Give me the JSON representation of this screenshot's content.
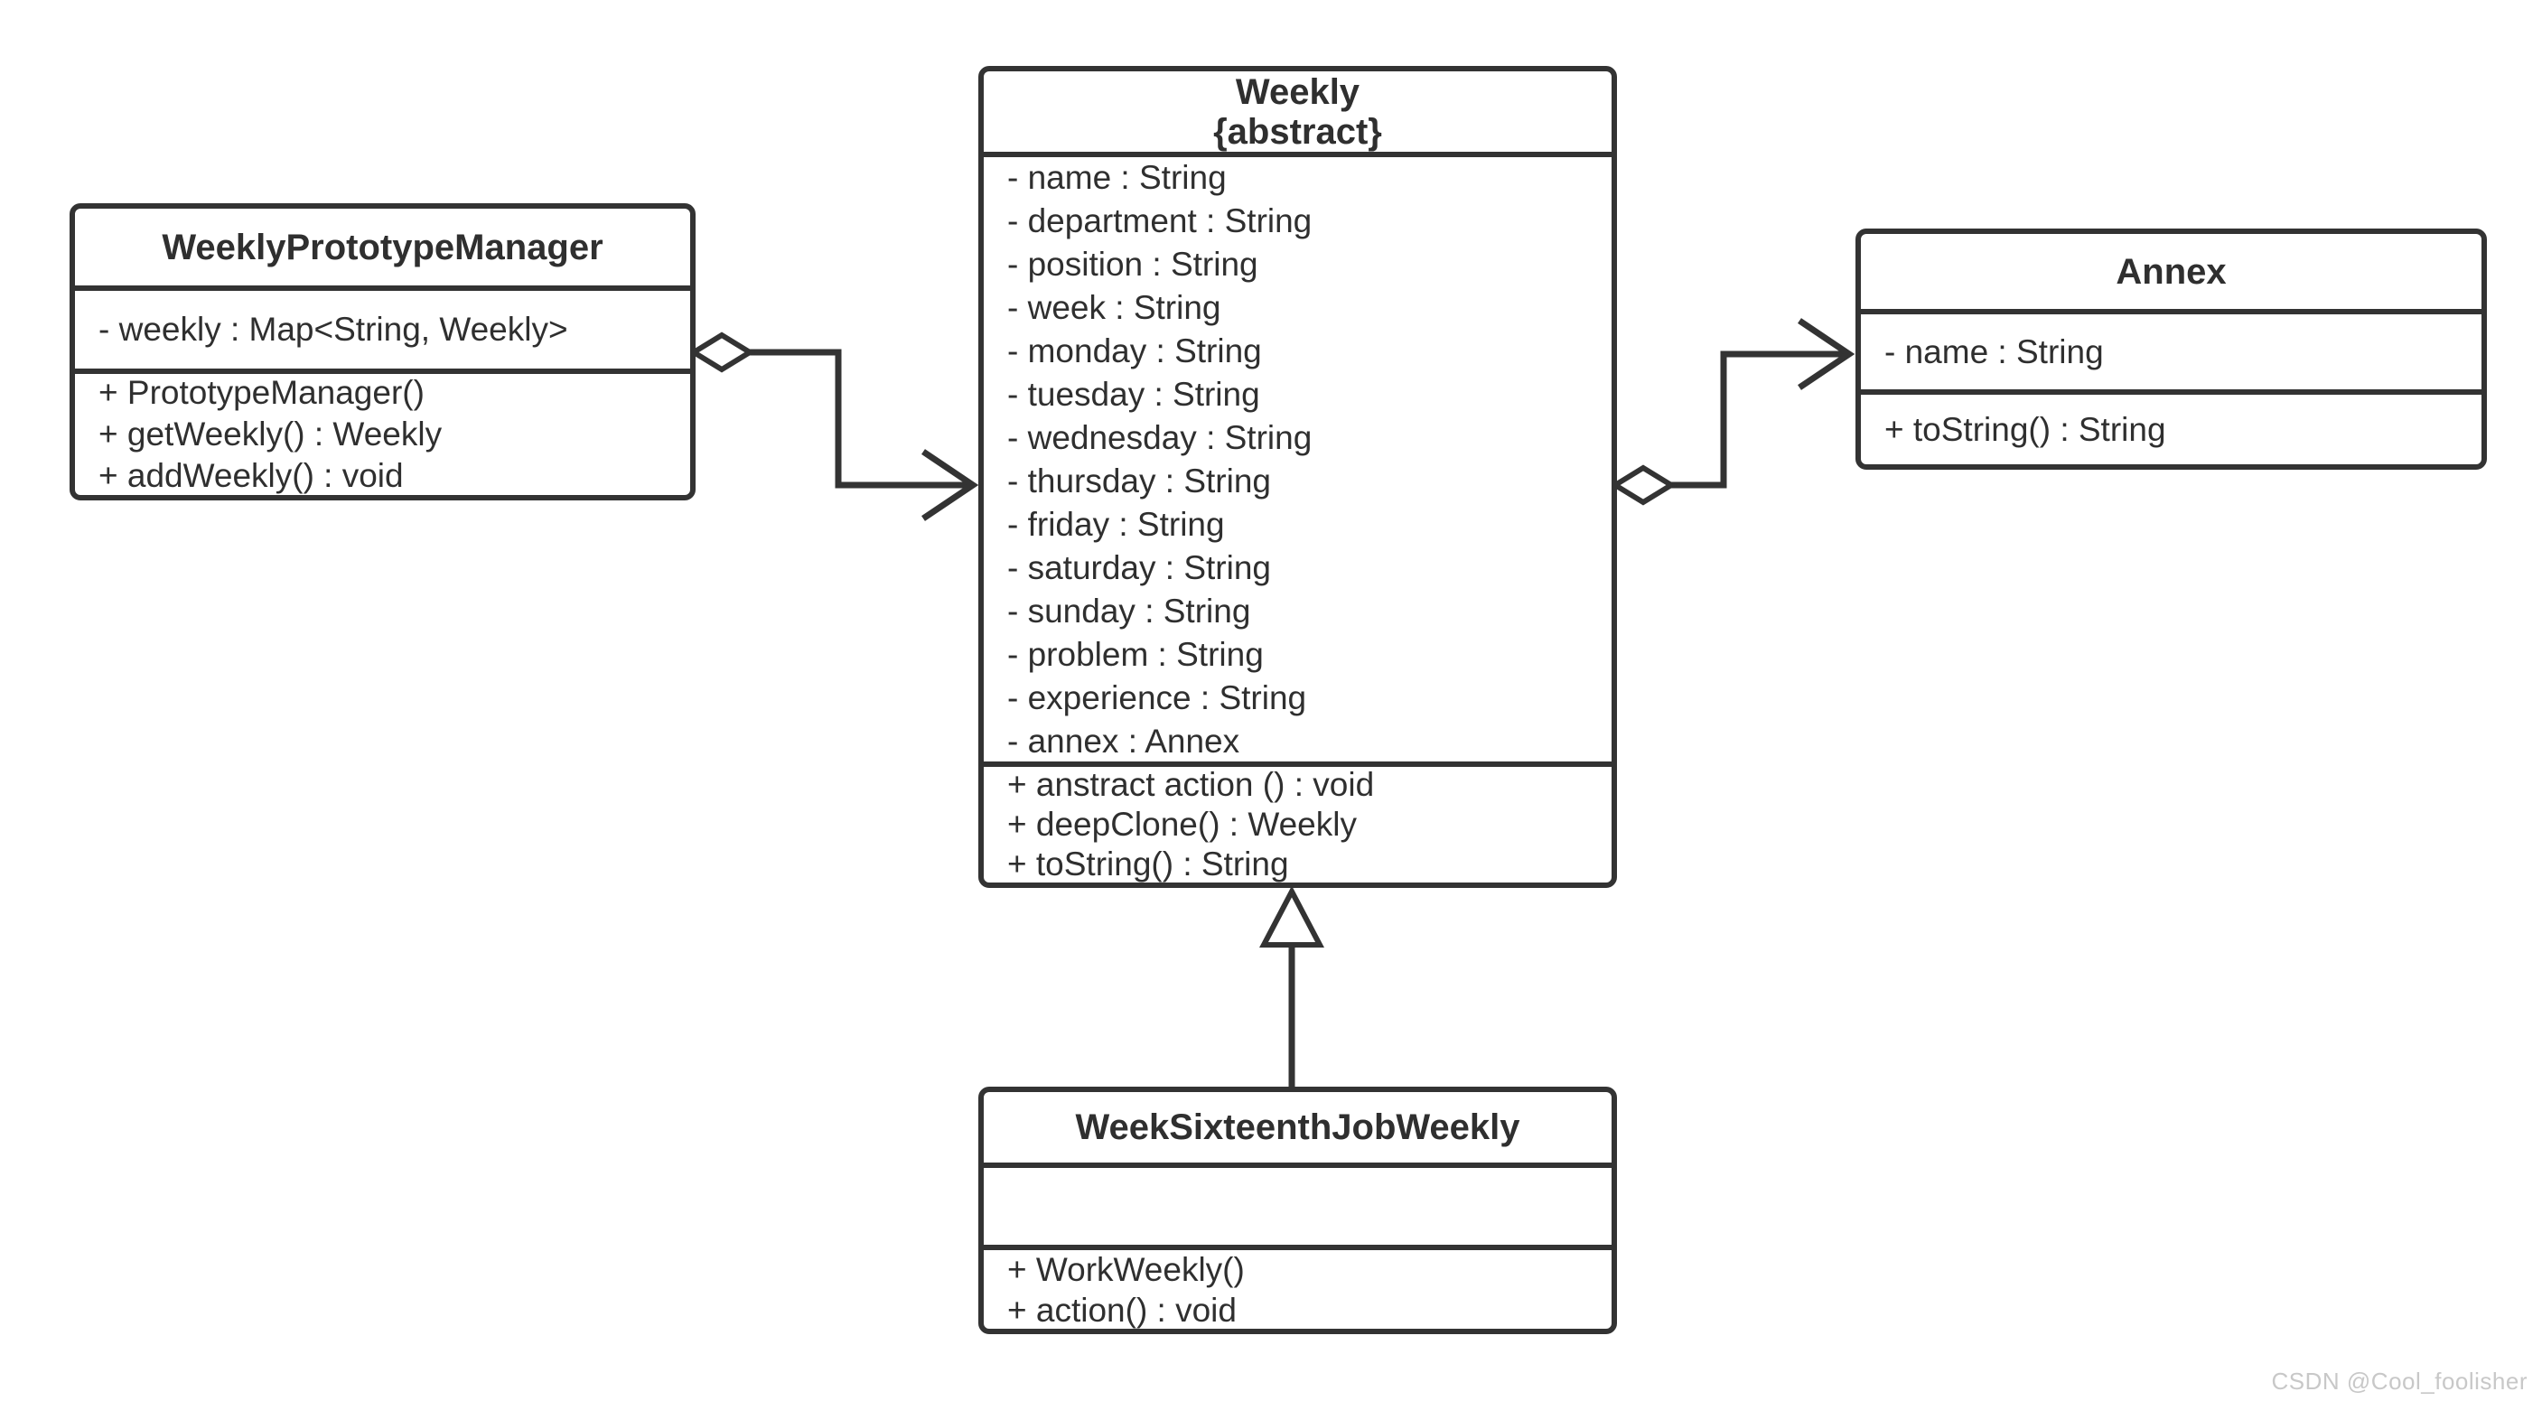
{
  "page": {
    "watermark": "CSDN @Cool_foolisher"
  },
  "colors": {
    "line": "#333333",
    "text": "#2f2f2f",
    "background": "#ffffff",
    "watermark": "#c8c8c8"
  },
  "classes": {
    "manager": {
      "name": "WeeklyPrototypeManager",
      "attributes": [
        "- weekly : Map<String, Weekly>"
      ],
      "methods": [
        "+ PrototypeManager()",
        "+ getWeekly() : Weekly",
        "+ addWeekly() : void"
      ]
    },
    "weekly": {
      "name": "Weekly",
      "stereotype": "{abstract}",
      "attributes": [
        "- name : String",
        "- department : String",
        "- position : String",
        "- week : String",
        "- monday : String",
        "- tuesday : String",
        "- wednesday : String",
        "- thursday : String",
        "- friday : String",
        "- saturday : String",
        "- sunday : String",
        "- problem : String",
        "- experience : String",
        "- annex : Annex"
      ],
      "methods": [
        "+ anstract action () : void",
        "+ deepClone() : Weekly",
        "+ toString() : String"
      ]
    },
    "annex": {
      "name": "Annex",
      "attributes": [
        "- name : String"
      ],
      "methods": [
        "+ toString() : String"
      ]
    },
    "job": {
      "name": "WeekSixteenthJobWeekly",
      "attributes": [],
      "methods": [
        "+ WorkWeekly()",
        "+ action() : void"
      ]
    }
  },
  "relationships": [
    {
      "type": "aggregation",
      "from": "WeeklyPrototypeManager",
      "to": "Weekly"
    },
    {
      "type": "aggregation",
      "from": "Weekly",
      "to": "Annex"
    },
    {
      "type": "inheritance",
      "from": "WeekSixteenthJobWeekly",
      "to": "Weekly"
    }
  ]
}
